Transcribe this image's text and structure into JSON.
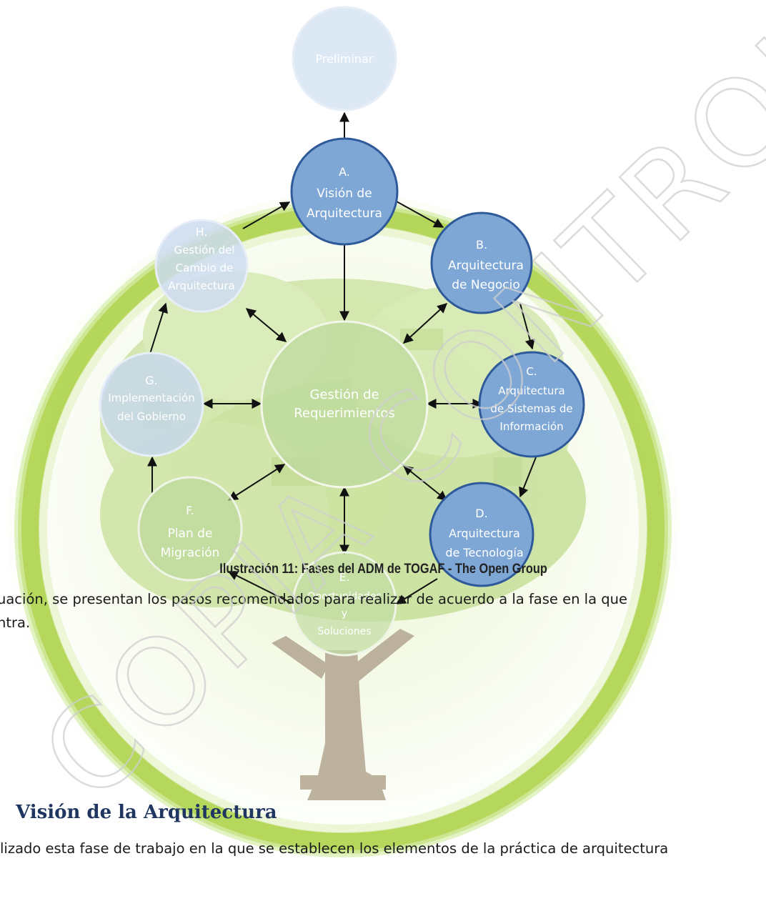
{
  "figure": {
    "nodes": {
      "preliminar": "Preliminar",
      "a": [
        "A.",
        "Visión de",
        "Arquitectura"
      ],
      "b": [
        "B.",
        "Arquitectura",
        "de Negocio"
      ],
      "c": [
        "C.",
        "Arquitectura",
        "de Sistemas de",
        "Información"
      ],
      "d": [
        "D.",
        "Arquitectura",
        "de Tecnología"
      ],
      "e": [
        "E.",
        "Oportunidades",
        "y",
        "Soluciones"
      ],
      "f": [
        "F.",
        "Plan de",
        "Migración"
      ],
      "g": [
        "G.",
        "Implementación",
        "del Gobierno"
      ],
      "h": [
        "H.",
        "Gestión del",
        "Cambio de",
        "Arquitectura"
      ],
      "center": [
        "Gestión de",
        "Requerimientos"
      ]
    },
    "colors": {
      "active_phase": "#7ea7d6",
      "active_border": "#2e5a9a",
      "faded_phase": "#c4d6ee",
      "tree_green": "#b8d98a",
      "ring_green": "#a6d04a",
      "trunk": "#b3a691"
    }
  },
  "caption": "Ilustración 11: Fases del ADM de TOGAF - The Open Group",
  "body": {
    "line1": "uación, se presentan los pasos recomendados para realizar de acuerdo a la fase en la que",
    "line2": "ntra."
  },
  "section": {
    "heading": "Visión de la Arquitectura",
    "partial_line": "lizado esta fase de trabajo en la que se establecen los elementos de la práctica de arquitectura"
  },
  "watermark": "COPIA CONTROLADA"
}
